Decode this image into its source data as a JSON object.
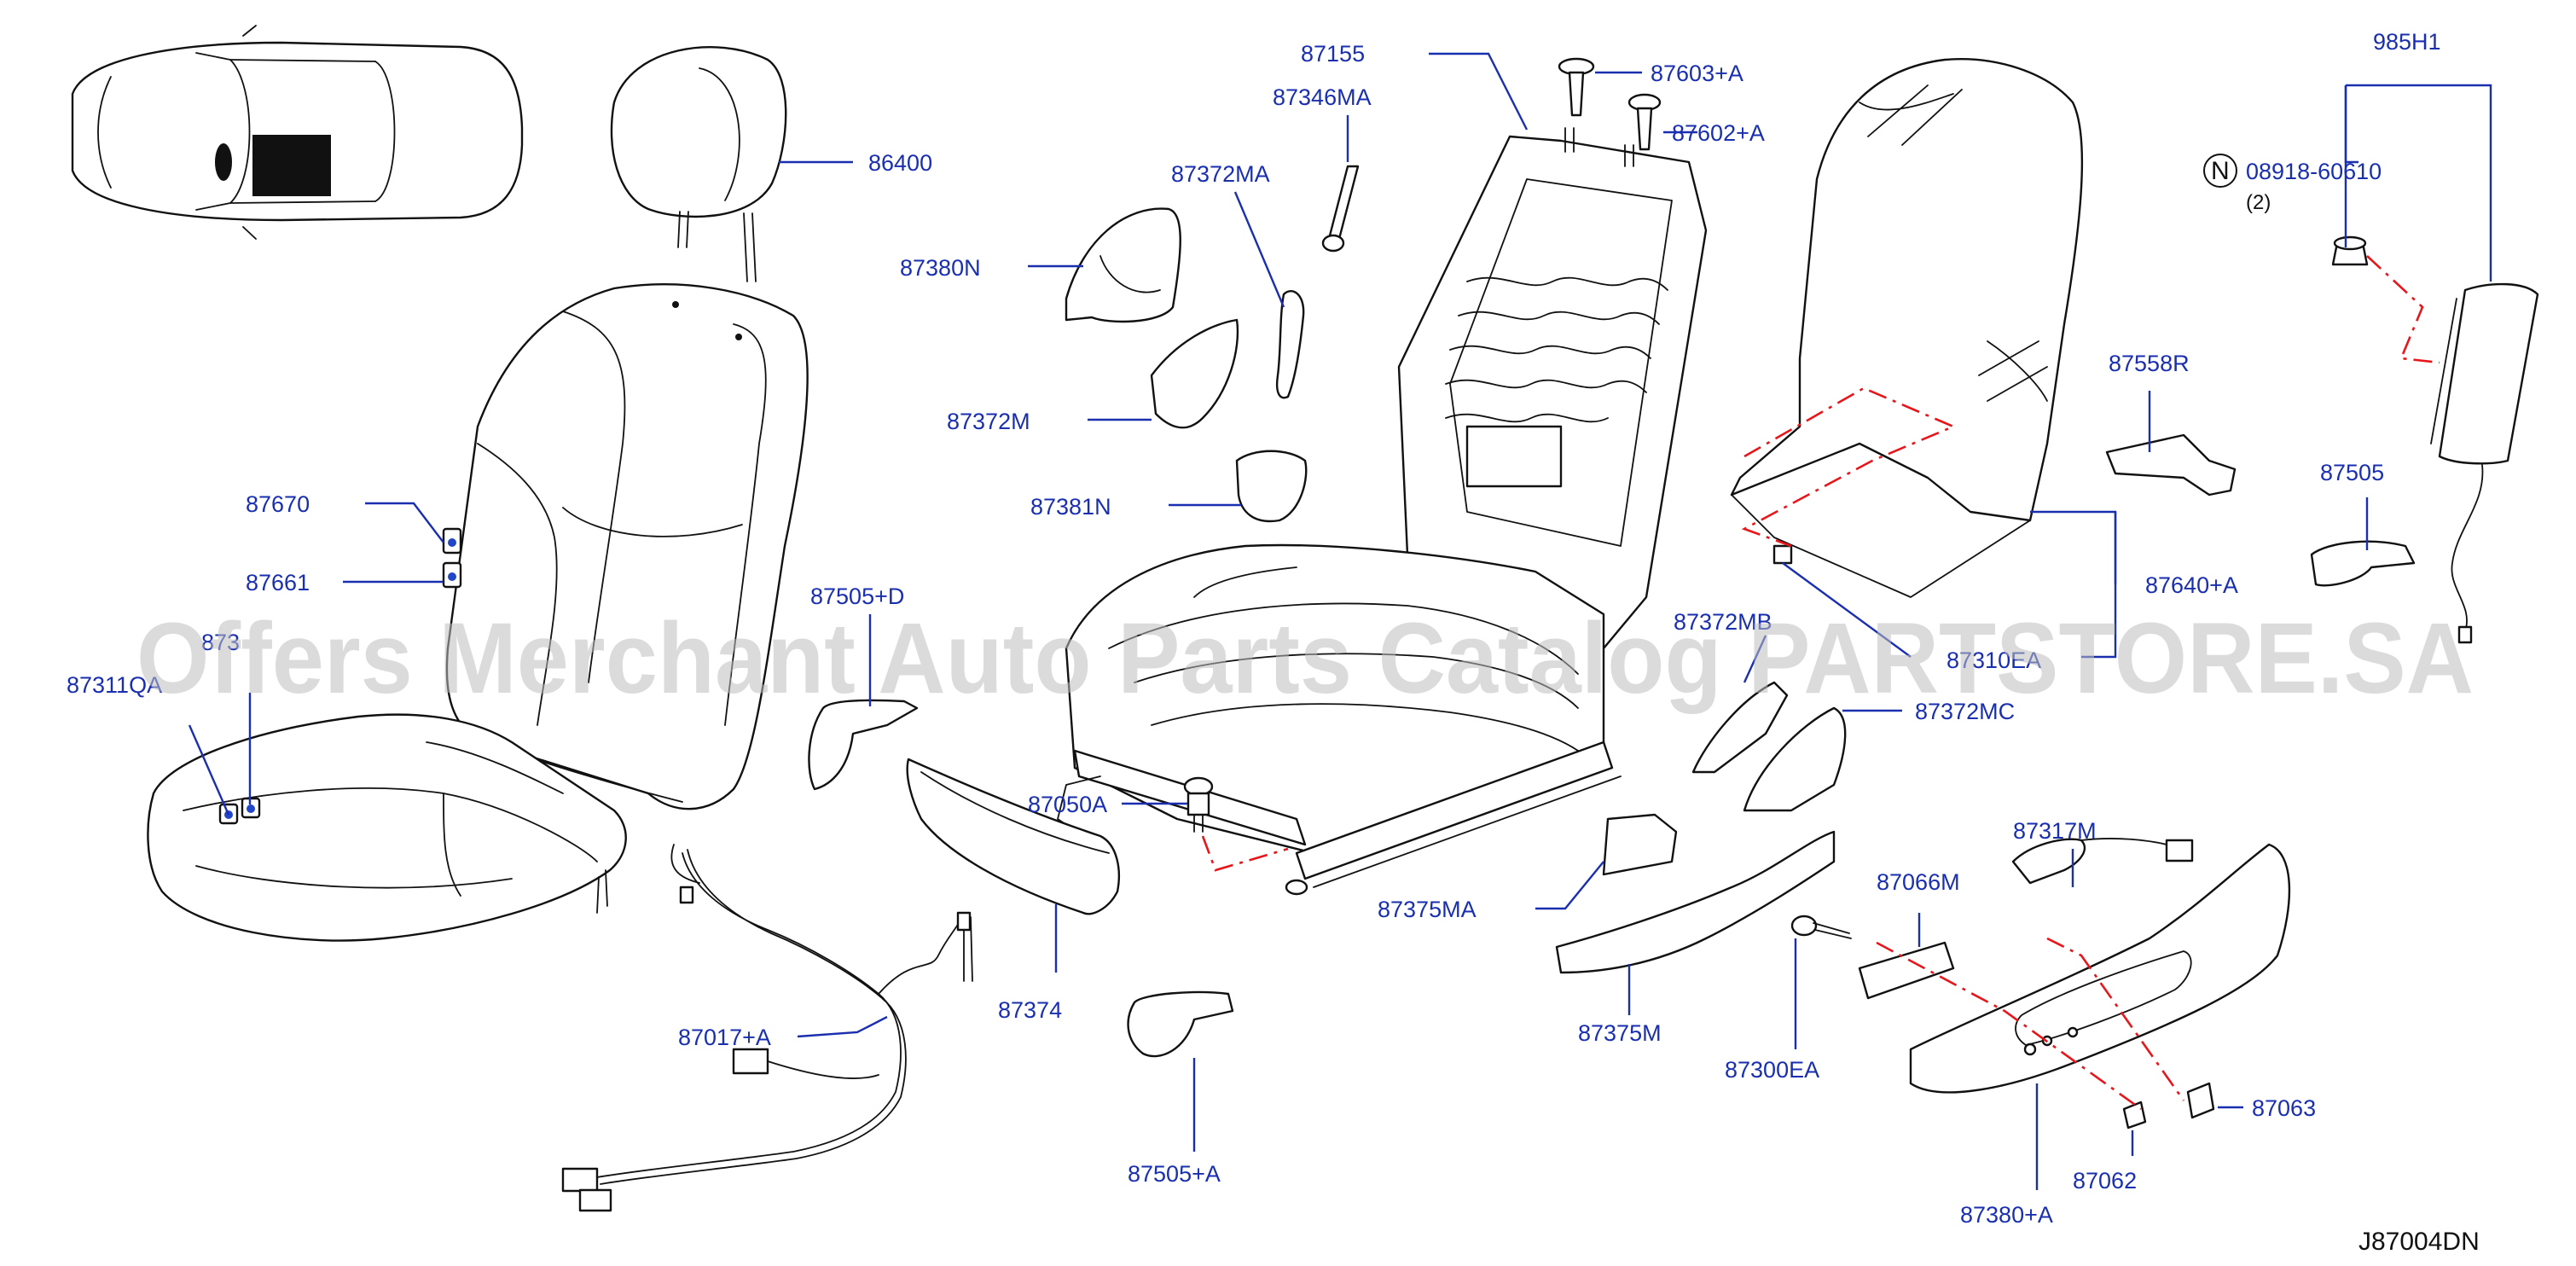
{
  "labels": {
    "p86400": "86400",
    "p87155": "87155",
    "p87346MA": "87346MA",
    "p87372MA": "87372MA",
    "p87380N": "87380N",
    "p87372M": "87372M",
    "p87381N": "87381N",
    "p87603A": "87603+A",
    "p87602A": "87602+A",
    "p985H1": "985H1",
    "p08918": "08918-60610",
    "qty08918": "(2)",
    "p87558R": "87558R",
    "p87505": "87505",
    "p87670": "87670",
    "p87661": "87661",
    "p873xx": "873",
    "p87311QA": "87311QA",
    "p87505D": "87505+D",
    "p87050A": "87050A",
    "p87374": "87374",
    "p87017A": "87017+A",
    "p87505A": "87505+A",
    "p87375MA": "87375MA",
    "p87375M": "87375M",
    "p87372MB": "87372MB",
    "p87372MC": "87372MC",
    "p87640A": "87640+A",
    "p87310EA": "87310EA",
    "p87317M": "87317M",
    "p87066M": "87066M",
    "p87300EA": "87300EA",
    "p87380A": "87380+A",
    "p87062": "87062",
    "p87063": "87063"
  },
  "n_marker": "N",
  "diagram_code": "J87004DN",
  "watermark": "Offers Merchant Auto Parts Catalog PARTSTORE.SA",
  "colors": {
    "label": "#1a2fb0",
    "callout_line": "#1a2fb0",
    "dashed_connector": "#e8161b",
    "line_art": "#111111",
    "watermark": "#bdbdbd"
  }
}
